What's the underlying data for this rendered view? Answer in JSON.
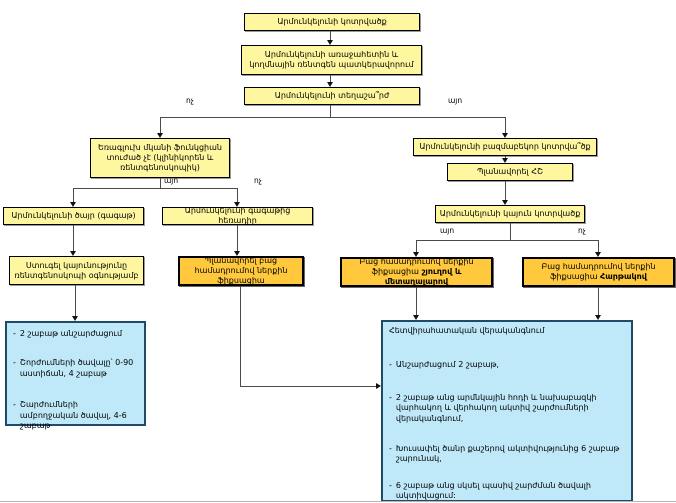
{
  "diagram": {
    "bullet": "-",
    "labels": {
      "yes": "այո",
      "no": "ոչ"
    },
    "nodes": {
      "fracture": "Արմունկելունի կոտրվածք",
      "imaging": "Արմունկելունի առաջահետին և կողմնային ռենտգեն պատկերավորում",
      "displacement_q": "Արմունկելունի տեղաշա՞րժ",
      "triceps": "Եռագլուխ մկանի ֆունկցիան տուժած չէ (կլինիկորեն և ռենտգենոսկոպիկ)",
      "tip": "Արմունկելունի ծայր (գագաթ)",
      "distal": "Արմունկելունի գագաթից հեռադիր",
      "check_stability": "Ստուգել կայունությունը ռենտգենոսկոպի օգնությամբ",
      "plan_orif": "Պլանավորել բաց համադրումով ներքին ֆիքսացիա",
      "comminuted_q": "Արմունկելունի բազմաբեկոր կոտրվա՞ծք",
      "plan_ct": "Պլանավորել ՀՇ",
      "stable": "Արմունկելունի կայուն կոտրվածք",
      "orif_wire": {
        "line1": "Բաց համադրումով ներքին",
        "line2": "ֆիքսացիա",
        "line2_bold": "շյուղով և մետաղալարով"
      },
      "orif_plate": {
        "line1": "Բաց համադրումով ներքին",
        "line2": "ֆիքսացիա",
        "line2_bold": "Հարթակով"
      }
    },
    "left_panel": {
      "items": [
        "2 շաբաթ անշարժացում",
        "Շորժումների ծավալը՝ 0-90 աստիճան, 4 շաբաթ",
        "Շարժումների ամբողջական ծավալ, 4-6 շաբաթ"
      ]
    },
    "right_panel": {
      "title": "Հետվիրահատական վերականգնում",
      "items": [
        "Անշարժացում 2 շաբաթ,",
        "2 շաբաթ անց արմնկային հոդի և նախաբազկի վարհակող և վերհակող ակտիվ շարժումների վերականգնում,",
        "Խուսափել ծանր քաշերով ակտիվությունից 6 շաբաթ շարունակ,",
        "6 շաբաթ անց սկսել պասիվ շարժման ծավալի ակտիվացում:"
      ]
    }
  }
}
